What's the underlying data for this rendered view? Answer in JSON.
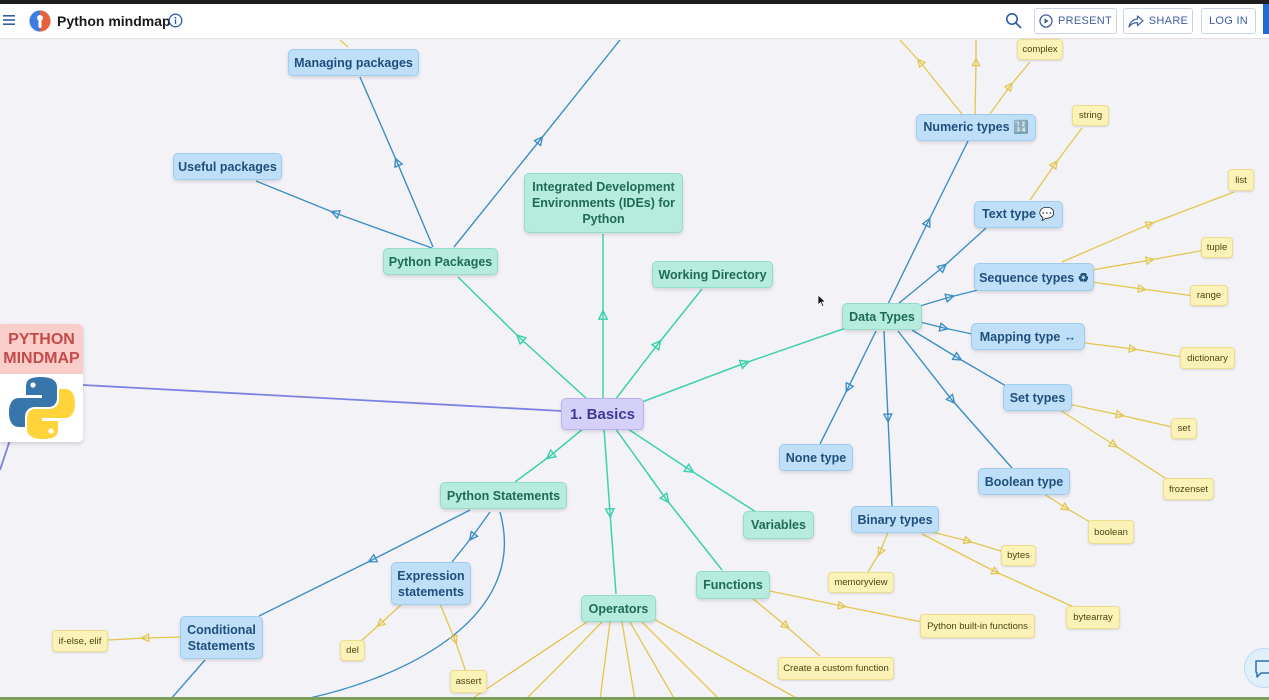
{
  "app": {
    "title": "Python mindmap",
    "buttons": {
      "present": "PRESENT",
      "share": "SHARE",
      "login": "LOG IN"
    },
    "icons": [
      "menu-icon",
      "logo",
      "info-icon",
      "search-icon",
      "play-circle-icon",
      "share-arrow-icon",
      "chat-icon",
      "mouse-cursor-icon"
    ]
  },
  "colors": {
    "main_node": "#d4d0f7",
    "teal_node": "#b6ecde",
    "blue_node": "#bfdff8",
    "yellow_node": "#fbf2b8",
    "teal_edge": "#3dd1ad",
    "blue_edge": "#3b8fc4",
    "yellow_edge": "#e3c74d",
    "root_edge": "#7b82e3",
    "root_title": "#c34c48"
  },
  "mindmap": {
    "root": {
      "title": "PYTHON\nMINDMAP"
    },
    "main": "1. Basics",
    "teal": {
      "ides": "Integrated Development Environments (IDEs) for Python",
      "python_packages": "Python Packages",
      "working_directory": "Working Directory",
      "data_types": "Data Types",
      "python_statements": "Python Statements",
      "variables": "Variables",
      "functions": "Functions",
      "operators": "Operators"
    },
    "blue": {
      "managing_packages": "Managing packages",
      "useful_packages": "Useful packages",
      "numeric_types": "Numeric types 🔢",
      "text_type": "Text type 💬",
      "sequence_types": "Sequence types ♻",
      "mapping_type": "Mapping type ↔",
      "set_types": "Set types",
      "boolean_type": "Boolean type",
      "none_type": "None type",
      "binary_types": "Binary types",
      "expression_statements": "Expression statements",
      "conditional_statements": "Conditional Statements"
    },
    "yellow": {
      "complex": "complex",
      "string": "string",
      "list": "list",
      "tuple": "tuple",
      "range": "range",
      "dictionary": "dictionary",
      "set": "set",
      "frozenset": "frozenset",
      "boolean": "boolean",
      "bytes": "bytes",
      "bytearray": "bytearray",
      "memoryview": "memoryview",
      "builtin_functions": "Python built-in functions",
      "custom_function": "Create a custom function",
      "if_else": "if-else, elif",
      "del": "del",
      "assert": "assert"
    }
  }
}
